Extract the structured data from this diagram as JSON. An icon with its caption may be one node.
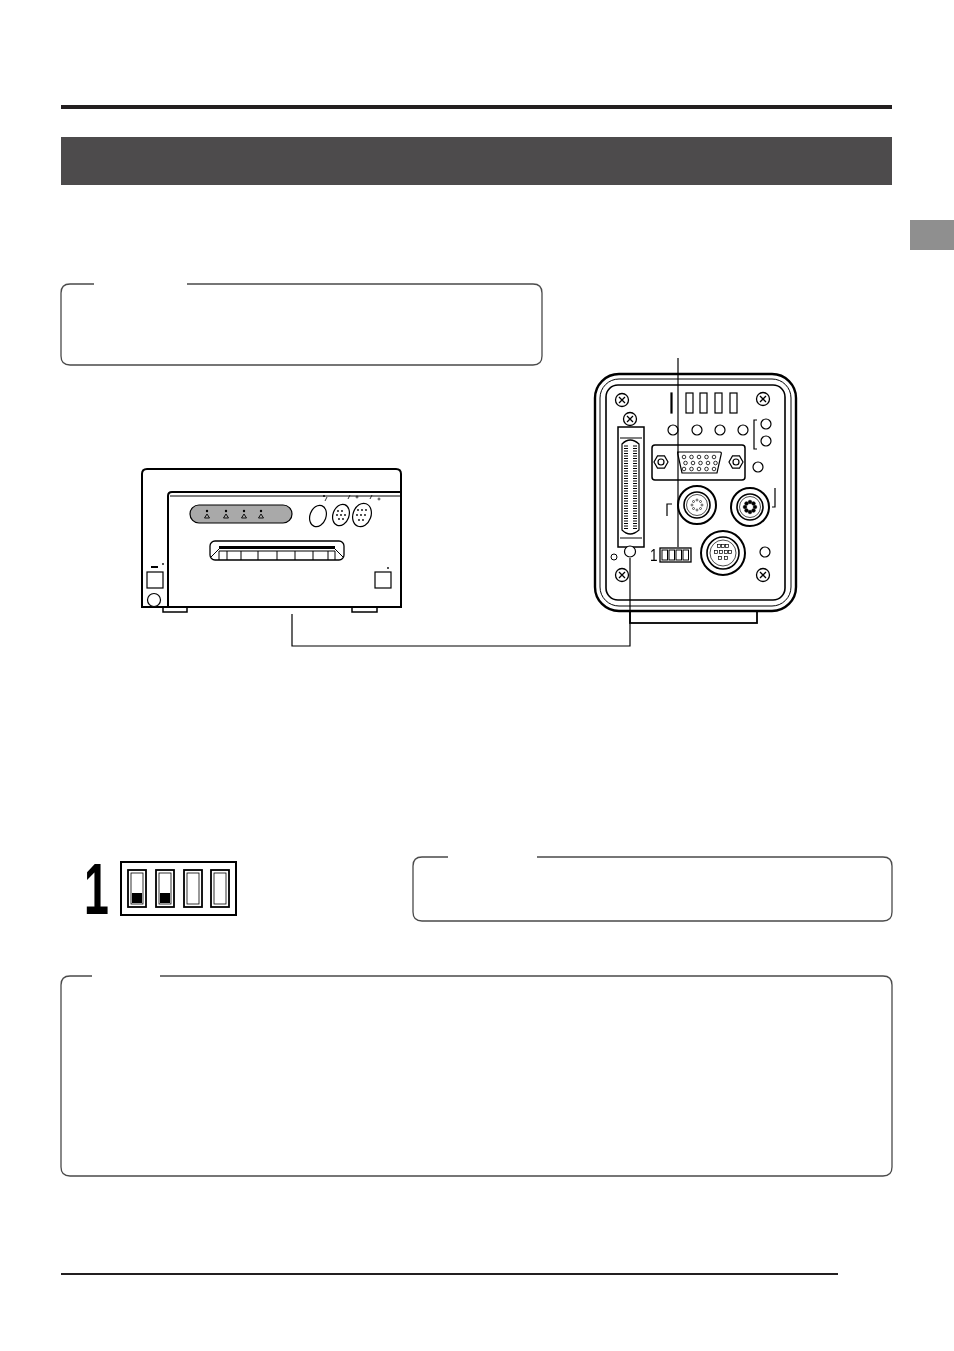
{
  "diagram": {
    "nodes": [
      {
        "text": [],
        "shape": "bar"
      },
      {
        "text": [],
        "shape": "picture"
      },
      {
        "text": [],
        "shape": "picture"
      },
      {
        "text": [],
        "shape": "picture",
        "in": 2
      },
      {
        "text": [],
        "shape": "picture",
        "in": 2
      }
    ],
    "edges": [
      {
        "from": 1,
        "to": 3,
        "arrow": "none"
      },
      {
        "from": null,
        "to": 4,
        "arrow": "none"
      }
    ],
    "labels": [
      "1",
      "1"
    ]
  }
}
